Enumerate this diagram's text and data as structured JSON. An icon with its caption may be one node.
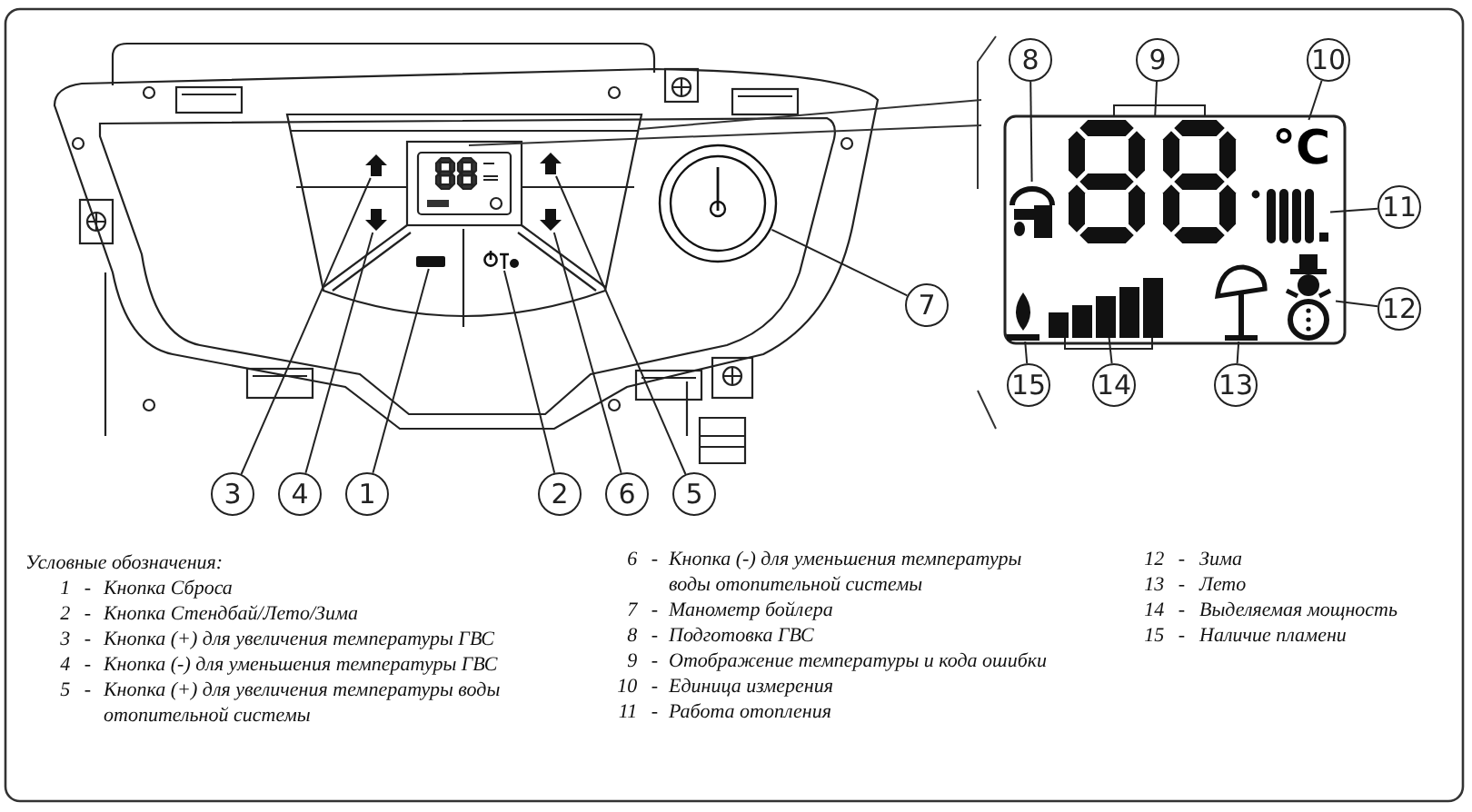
{
  "diagram": {
    "nodes": [
      {
        "text": [
          "1"
        ]
      },
      {
        "text": [
          "2"
        ]
      },
      {
        "text": [
          "3"
        ]
      },
      {
        "text": [
          "4"
        ]
      },
      {
        "text": [
          "5"
        ]
      },
      {
        "text": [
          "6"
        ]
      },
      {
        "text": [
          "7"
        ]
      },
      {
        "text": [
          "8"
        ]
      },
      {
        "text": [
          "9"
        ]
      },
      {
        "text": [
          "10"
        ]
      },
      {
        "text": [
          "11"
        ]
      },
      {
        "text": [
          "12"
        ]
      },
      {
        "text": [
          "13"
        ]
      },
      {
        "text": [
          "14"
        ]
      },
      {
        "text": [
          "15"
        ]
      },
      {
        "text": [],
        "shape": "bar"
      },
      {
        "text": [],
        "shape": "picture"
      },
      {
        "text": [],
        "shape": "picture"
      },
      {
        "text": [],
        "shape": "picture"
      },
      {
        "text": [],
        "shape": "picture"
      },
      {
        "text": [],
        "shape": "picture"
      },
      {
        "text": [],
        "shape": "circle"
      },
      {
        "text": [],
        "shape": "picture"
      },
      {
        "text": [],
        "shape": "picture"
      },
      {
        "text": [
          "°C"
        ]
      },
      {
        "text": [],
        "shape": "picture"
      },
      {
        "text": [],
        "shape": "picture"
      },
      {
        "text": [],
        "shape": "picture"
      },
      {
        "text": [],
        "shape": "picture"
      },
      {
        "text": [],
        "shape": "picture"
      }
    ],
    "edges": [
      {
        "from": 0,
        "to": 15,
        "arrow": "none"
      },
      {
        "from": 1,
        "to": 16,
        "arrow": "none"
      },
      {
        "from": 2,
        "to": 17,
        "arrow": "none"
      },
      {
        "from": 3,
        "to": 18,
        "arrow": "none"
      },
      {
        "from": 4,
        "to": 19,
        "arrow": "none"
      },
      {
        "from": 5,
        "to": 20,
        "arrow": "none"
      },
      {
        "from": 6,
        "to": 21,
        "arrow": "none"
      },
      {
        "from": 7,
        "to": 22,
        "arrow": "none"
      },
      {
        "from": 8,
        "to": 23,
        "arrow": "none"
      },
      {
        "from": 9,
        "to": 24,
        "arrow": "none"
      },
      {
        "from": 10,
        "to": 25,
        "arrow": "none"
      },
      {
        "from": 11,
        "to": 26,
        "arrow": "none"
      },
      {
        "from": 12,
        "to": 27,
        "arrow": "none"
      },
      {
        "from": 13,
        "to": 28,
        "arrow": "none"
      },
      {
        "from": 14,
        "to": 29,
        "arrow": "none"
      }
    ],
    "labels": [
      "Условные обозначения:",
      "1 -",
      "Кнопка Сброса",
      "2 -",
      "Кнопка Стендбай/Лето/Зима",
      "3 -",
      "Кнопка (+) для увеличения температуры ГВС",
      "4 -",
      "Кнопка (-) для уменьшения температуры ГВС",
      "5 -",
      "Кнопка (+) для увеличения температуры воды отопительной системы",
      "6 -",
      "Кнопка (-) для уменьшения температуры воды отопительной системы",
      "7 -",
      "Манометр бойлера",
      "8 -",
      "Подготовка ГВС",
      "9 -",
      "Отображение температуры и кода ошибки",
      "10 -",
      "Единица измерения",
      "11 -",
      "Работа отопления",
      "12 -",
      "Зима",
      "13 -",
      "Лето",
      "14 -",
      "Выделяемая мощность",
      "15 -",
      "Наличие пламени"
    ]
  }
}
